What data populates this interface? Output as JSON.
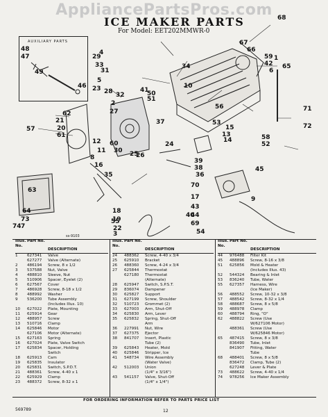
{
  "watermark": "AppliancePartsPros.com",
  "title": "ICE MAKER PARTS",
  "model": "For Model: EET202MMWR-0",
  "aux_title": "AUXILIARY PARTS",
  "note": "ss-9103",
  "callouts": [
    "68",
    "67",
    "66",
    "1",
    "65",
    "59",
    "42",
    "6",
    "34",
    "10",
    "37",
    "23",
    "41",
    "25",
    "29",
    "33",
    "31",
    "5",
    "4",
    "48",
    "47",
    "49",
    "46",
    "24",
    "62",
    "21",
    "20",
    "61",
    "57",
    "28",
    "32",
    "2",
    "27",
    "12",
    "60",
    "11",
    "30",
    "8",
    "16",
    "26",
    "35",
    "22",
    "3",
    "18",
    "19",
    "56",
    "53",
    "15",
    "73",
    "7",
    "72",
    "71",
    "58",
    "52",
    "13",
    "14",
    "39",
    "38",
    "36",
    "45",
    "70",
    "9",
    "17",
    "43",
    "44",
    "69",
    "74",
    "63",
    "40",
    "50",
    "51",
    "54",
    "55",
    "64"
  ],
  "columns": {
    "illus": "Illus. No.",
    "part": "Part No.",
    "desc": "DESCRIPTION"
  },
  "table1": [
    [
      "1",
      "627341",
      "Valve"
    ],
    [
      "",
      "627277",
      "Valve (Alternate)"
    ],
    [
      "2",
      "486194",
      "Screw, 8 x 1/2"
    ],
    [
      "3",
      "537588",
      "Nut, Valve"
    ],
    [
      "4",
      "488810",
      "Sleeve, Nut"
    ],
    [
      "5",
      "510906",
      "Spacer, Eyelet (2)"
    ],
    [
      "6",
      "627567",
      "Cover"
    ],
    [
      "7",
      "486928",
      "Screw, 8-18 x 1/2"
    ],
    [
      "8",
      "488992",
      "Washer"
    ],
    [
      "9",
      "536200",
      "Tube Assembly"
    ],
    [
      "",
      "",
      "(Includes Illus. 10)"
    ],
    [
      "10",
      "627022",
      "Plate, Mounting"
    ],
    [
      "11",
      "625914",
      "Gear"
    ],
    [
      "12",
      "488957",
      "Screw"
    ],
    [
      "13",
      "510716",
      "Clamp"
    ],
    [
      "14",
      "625846",
      "Motor"
    ],
    [
      "",
      "627106",
      "Motor (Alternate)"
    ],
    [
      "15",
      "627163",
      "Spring"
    ],
    [
      "16",
      "627024",
      "Plate, Valve Switch"
    ],
    [
      "17",
      "625834",
      "Spacer, Holding"
    ],
    [
      "",
      "",
      "Switch"
    ],
    [
      "18",
      "625913",
      "Cam"
    ],
    [
      "19",
      "625835",
      "Insulator"
    ],
    [
      "20",
      "625831",
      "Switch, S.P.D.T."
    ],
    [
      "21",
      "488361",
      "Screw, 4-40 x 1"
    ],
    [
      "22",
      "625929",
      "Clamp"
    ],
    [
      "23",
      "488372",
      "Screw, 8-32 x 1"
    ]
  ],
  "table2": [
    [
      "24",
      "488362",
      "Screw, 4-40 x 3/4"
    ],
    [
      "25",
      "625910",
      "Bracket"
    ],
    [
      "26",
      "488360",
      "Screw, 4-24 x 3/4"
    ],
    [
      "27",
      "625844",
      "Thermostat"
    ],
    [
      "",
      "627180",
      "Thermostat"
    ],
    [
      "",
      "",
      "(Alternate)"
    ],
    [
      "28",
      "625947",
      "Switch, S.P.S.T."
    ],
    [
      "29",
      "836074",
      "Dampener"
    ],
    [
      "30",
      "625827",
      "Support"
    ],
    [
      "31",
      "627199",
      "Screw, Shoulder"
    ],
    [
      "32",
      "510723",
      "Grommet (2)"
    ],
    [
      "33",
      "627003",
      "Arm, Shut-Off"
    ],
    [
      "34",
      "625830",
      "Arm, Lever"
    ],
    [
      "35",
      "625832",
      "Spring, Shut-Off"
    ],
    [
      "",
      "",
      "Arm"
    ],
    [
      "36",
      "227991",
      "Nut, Wire"
    ],
    [
      "37",
      "627375",
      "Ejector"
    ],
    [
      "38",
      "841707",
      "Insert, Plastic"
    ],
    [
      "",
      "",
      "Tube (2)"
    ],
    [
      "39",
      "625843",
      "Heater, Mold"
    ],
    [
      "40",
      "625846",
      "Stripper, Ice"
    ],
    [
      "41",
      "548734",
      "Wire Assembly"
    ],
    [
      "",
      "",
      "(Water Valve)"
    ],
    [
      "42",
      "512003",
      "Union"
    ],
    [
      "",
      "",
      "(1/4\" x 3/16\")"
    ],
    [
      "43",
      "541157",
      "Valve, Shut-Off"
    ],
    [
      "",
      "",
      "(1/4\" x 1/4\")"
    ]
  ],
  "table3": [
    [
      "44",
      "976488",
      "Filter Kit"
    ],
    [
      "45",
      "488896",
      "Screw, 8-16 x 3/8"
    ],
    [
      "51",
      "625856",
      "Mold & Heater"
    ],
    [
      "",
      "",
      "(Includes Illus. 43)"
    ],
    [
      "52",
      "544324",
      "Bearing & Inlet"
    ],
    [
      "53",
      "836240",
      "Tube, Water"
    ],
    [
      "55",
      "627357",
      "Harness, Wire"
    ],
    [
      "",
      "",
      "(Ice Maker)"
    ],
    [
      "56",
      "488552",
      "Screw, 10-32 x 3/8"
    ],
    [
      "57",
      "488542",
      "Screw, 8-32 x 1/4"
    ],
    [
      "58",
      "488687",
      "Screw, 8 x 5/8"
    ],
    [
      "59",
      "488978",
      "Clamp"
    ],
    [
      "60",
      "488794",
      "Ring, \"O\""
    ],
    [
      "62",
      "488822",
      "Screw (Use"
    ],
    [
      "",
      "",
      "W/627106 Motor)"
    ],
    [
      "",
      "488361",
      "Screw (Use"
    ],
    [
      "",
      "",
      "W/625846 Motor)"
    ],
    [
      "65",
      "487415",
      "Screw, 8 x 3/8"
    ],
    [
      "",
      "836490",
      "Tube, Inlet"
    ],
    [
      "",
      "841907",
      "Fitting, Water"
    ],
    [
      "",
      "",
      "Tube"
    ],
    [
      "68",
      "488401",
      "Screw, 8 x 5/8"
    ],
    [
      "",
      "836472",
      "Clamp, Tube (2)"
    ],
    [
      "",
      "627248",
      "Lever & Plate"
    ],
    [
      "73",
      "488622",
      "Screw, 4-40 x 1/4"
    ],
    [
      "74",
      "978256",
      "Ice Maker Assembly"
    ]
  ],
  "footer": "FOR ORDERING INFORMATION REFER TO PARTS PRICE LIST",
  "page_number": "12",
  "doc_code": "569789"
}
